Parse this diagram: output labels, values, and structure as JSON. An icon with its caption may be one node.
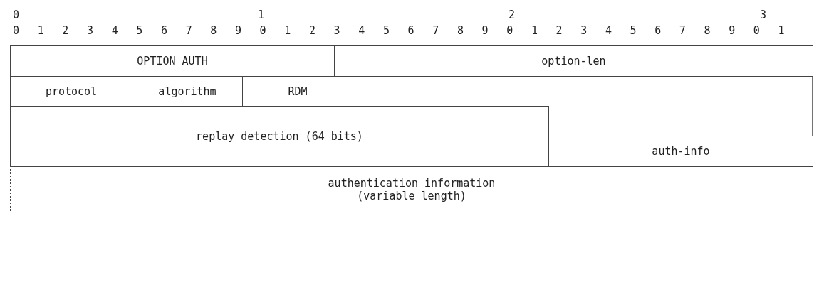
{
  "diagram": {
    "nodes": [
      {
        "text": [
          "OPTION_AUTH"
        ]
      },
      {
        "text": [
          "option-len"
        ]
      },
      {
        "text": [
          "protocol"
        ]
      },
      {
        "text": [
          "algorithm"
        ]
      },
      {
        "text": [
          "RDM"
        ]
      },
      {
        "text": [
          "replay detection (64 bits)"
        ]
      },
      {
        "text": [
          "auth-info"
        ]
      },
      {
        "text": [
          "authentication information (variable length)"
        ]
      }
    ],
    "labels": [
      "0",
      "1",
      "2",
      "3",
      "0 1 2 3 4 5 6 7 8 9 0 1 2 3 4 5 6 7 8 9 0 1 2 3 4 5 6 7 8 9 0 1"
    ]
  }
}
